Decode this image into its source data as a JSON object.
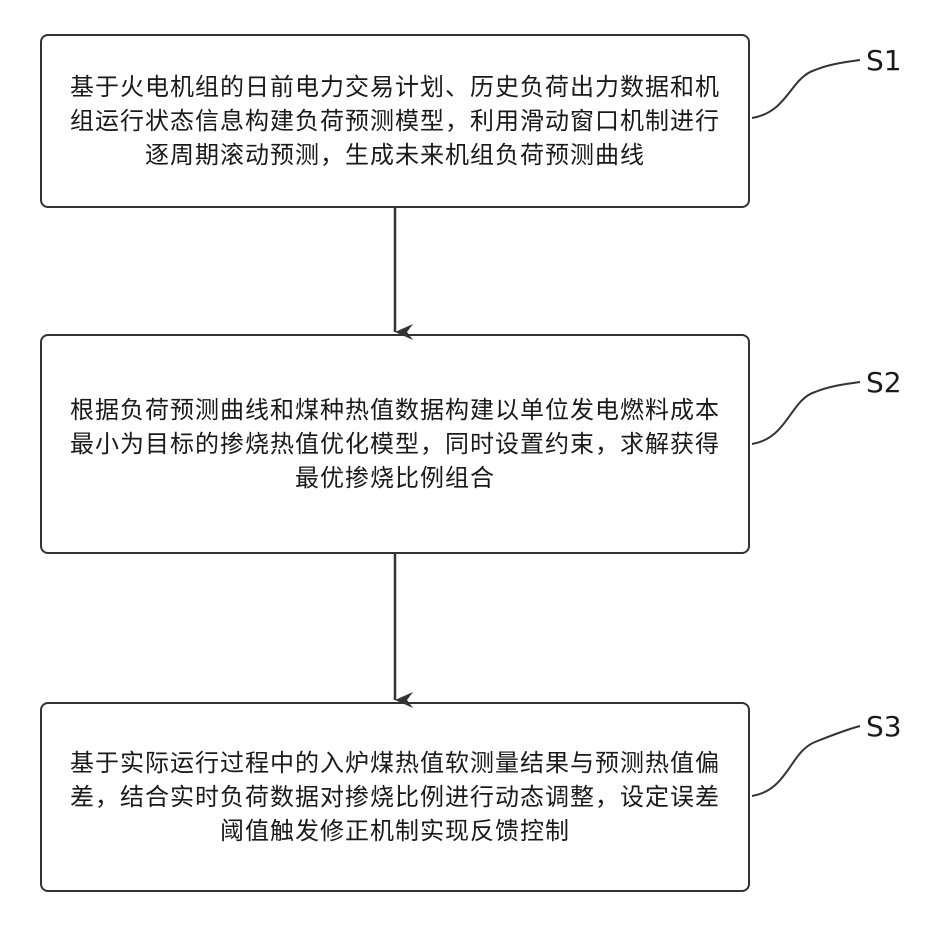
{
  "steps": [
    {
      "label": "S1",
      "text": "基于火电机组的日前电力交易计划、历史负荷出力数据和机组运行状态信息构建负荷预测模型，利用滑动窗口机制进行逐周期滚动预测，生成未来机组负荷预测曲线"
    },
    {
      "label": "S2",
      "text": "根据负荷预测曲线和煤种热值数据构建以单位发电燃料成本最小为目标的掺烧热值优化模型，同时设置约束，求解获得最优掺烧比例组合"
    },
    {
      "label": "S3",
      "text": "基于实际运行过程中的入炉煤热值软测量结果与预测热值偏差，结合实时负荷数据对掺烧比例进行动态调整，设定误差阈值触发修正机制实现反馈控制"
    }
  ]
}
